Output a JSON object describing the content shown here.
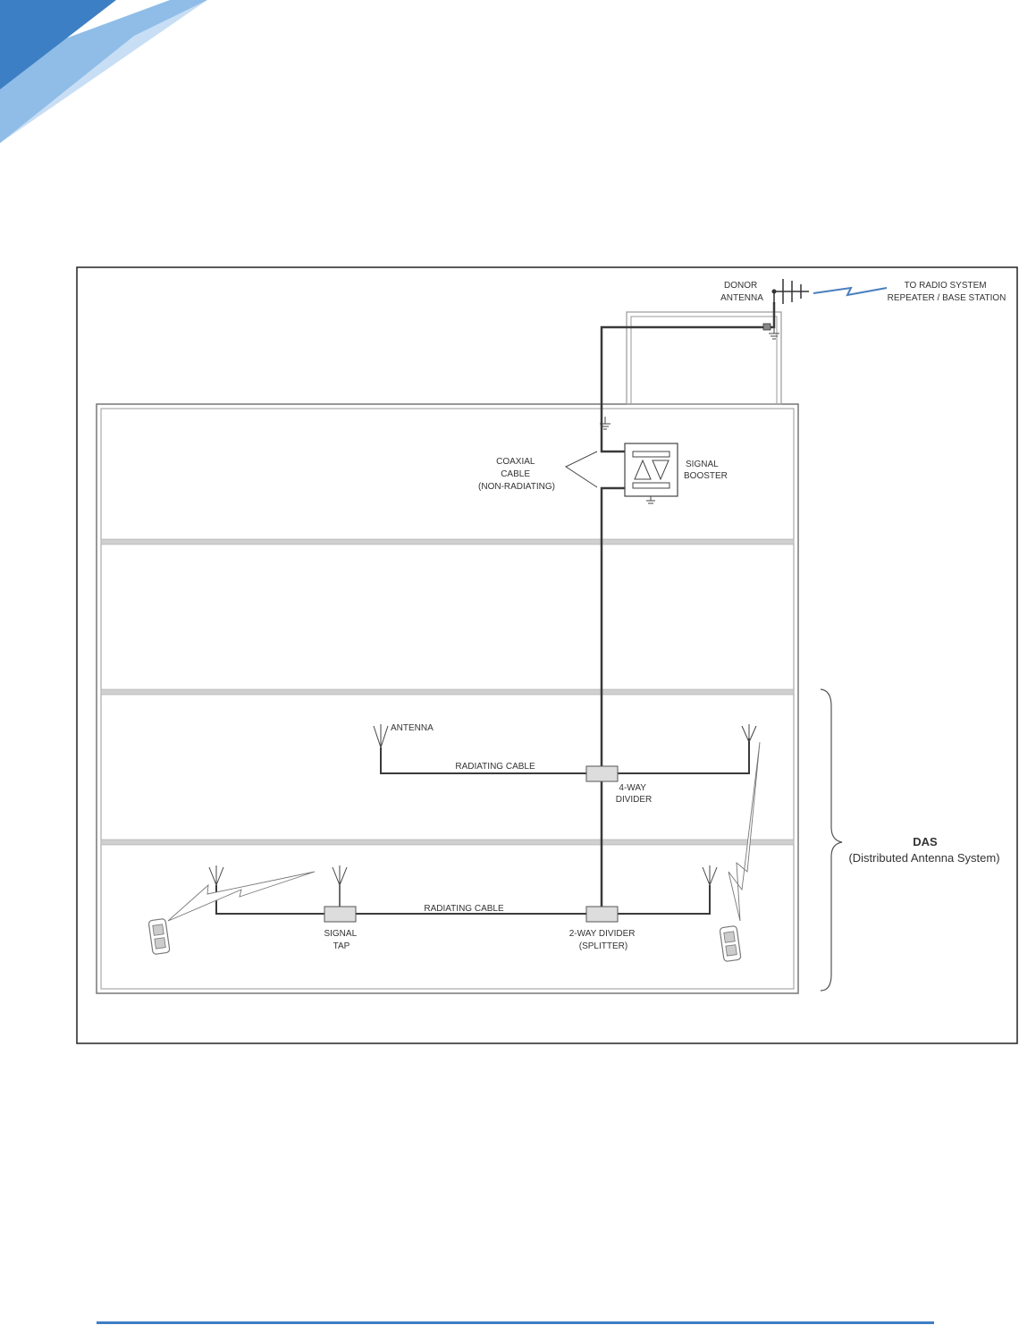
{
  "colors": {
    "accent_blue": "#3d7fc4",
    "accent_blue_light": "#8fbde8",
    "accent_blue_pale": "#c7def4",
    "line_dark": "#3a3a3a",
    "wall_gray": "#c8c8c8"
  },
  "diagram": {
    "labels": {
      "donor_antenna": [
        "DONOR",
        "ANTENNA"
      ],
      "radio_system": [
        "TO RADIO SYSTEM",
        "REPEATER / BASE STATION"
      ],
      "coaxial_cable": [
        "COAXIAL",
        "CABLE",
        "(NON-RADIATING)"
      ],
      "signal_booster": [
        "SIGNAL",
        "BOOSTER"
      ],
      "antenna": "ANTENNA",
      "radiating_cable_upper": "RADIATING CABLE",
      "four_way_divider": [
        "4-WAY",
        "DIVIDER"
      ],
      "radiating_cable_lower": "RADIATING CABLE",
      "signal_tap": [
        "SIGNAL",
        "TAP"
      ],
      "two_way_divider": [
        "2-WAY DIVIDER",
        "(SPLITTER)"
      ],
      "das_title": "DAS",
      "das_subtitle": "(Distributed Antenna System)"
    },
    "icons": [
      "ground-icon",
      "amplifier-icon",
      "antenna-icon",
      "radio-handset-icon",
      "wireless-signal-icon"
    ]
  }
}
